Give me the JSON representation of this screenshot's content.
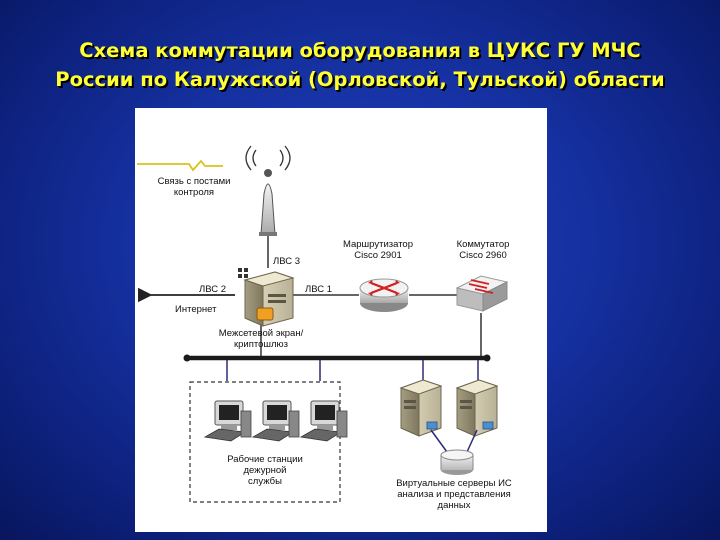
{
  "slide": {
    "title_line1": "Схема коммутации оборудования в ЦУКС ГУ МЧС",
    "title_line2": "России по Калужской (Орловской, Тульской) области"
  },
  "diagram": {
    "radio_link": [
      "Связь с постами",
      "контроля"
    ],
    "lan3": "ЛВС 3",
    "lan2": "ЛВС 2",
    "lan1": "ЛВС 1",
    "internet": "Интернет",
    "router": [
      "Маршрутизатор",
      "Cisco 2901"
    ],
    "switch": [
      "Коммутатор",
      "Cisco 2960"
    ],
    "firewall": [
      "Межсетевой экран/",
      "криптошлюз"
    ],
    "workstations": [
      "Рабочие станции",
      "дежурной",
      "службы"
    ],
    "virtual_servers": [
      "Виртуальные серверы  ИС",
      "анализа и представления",
      "данных"
    ]
  },
  "colors": {
    "background": "#1530a0",
    "title": "#ffff33",
    "panel": "#ffffff",
    "bus": "#1a1a1a",
    "link": "#2a2a7a"
  }
}
